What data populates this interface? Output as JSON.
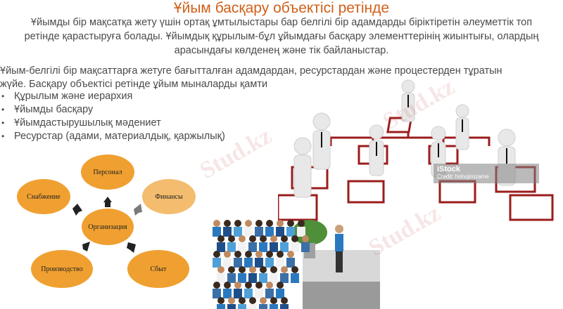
{
  "slide": {
    "title": "Ұйым басқару объектісі ретінде",
    "intro_lines": [
      "Ұйымды бір мақсатқа жету үшін ортақ ұмтылыстары бар белгілі бір адамдарды біріктіретін әлеуметтік топ",
      "ретінде қарастыруға болады. Ұйымдық құрылым-бұл ұйымдағы басқару элементтерінің жиынтығы, олардың",
      "арасындағы көлденең және тік байланыстар."
    ],
    "paragraph_lines": [
      "Ұйым-белгілі бір мақсаттарға жетуге бағытталған адамдардан, ресурстардан және процестерден тұратын",
      "жүйе. Басқару объектісі ретінде ұйым мыналарды қамти"
    ],
    "bullets": [
      "Құрылым және иерархия",
      "Ұйымды басқару",
      "Ұйымдастырушылық мәдениет",
      "Ресурстар (адами, материалдық, қаржылық)"
    ]
  },
  "diagram": {
    "center": "Организация",
    "nodes": [
      "Персонал",
      "Снабжение",
      "Финансы",
      "Производство",
      "Сбыт"
    ],
    "fill_color": "#f0a030"
  },
  "image_credit": {
    "brand": "iStock",
    "credit": "Credit: hohojirozame"
  },
  "watermark": "Stud.kz",
  "colors": {
    "title": "#d0601a",
    "text": "#4a4a4a",
    "hierarchy_lines": "#9b1c1c"
  }
}
